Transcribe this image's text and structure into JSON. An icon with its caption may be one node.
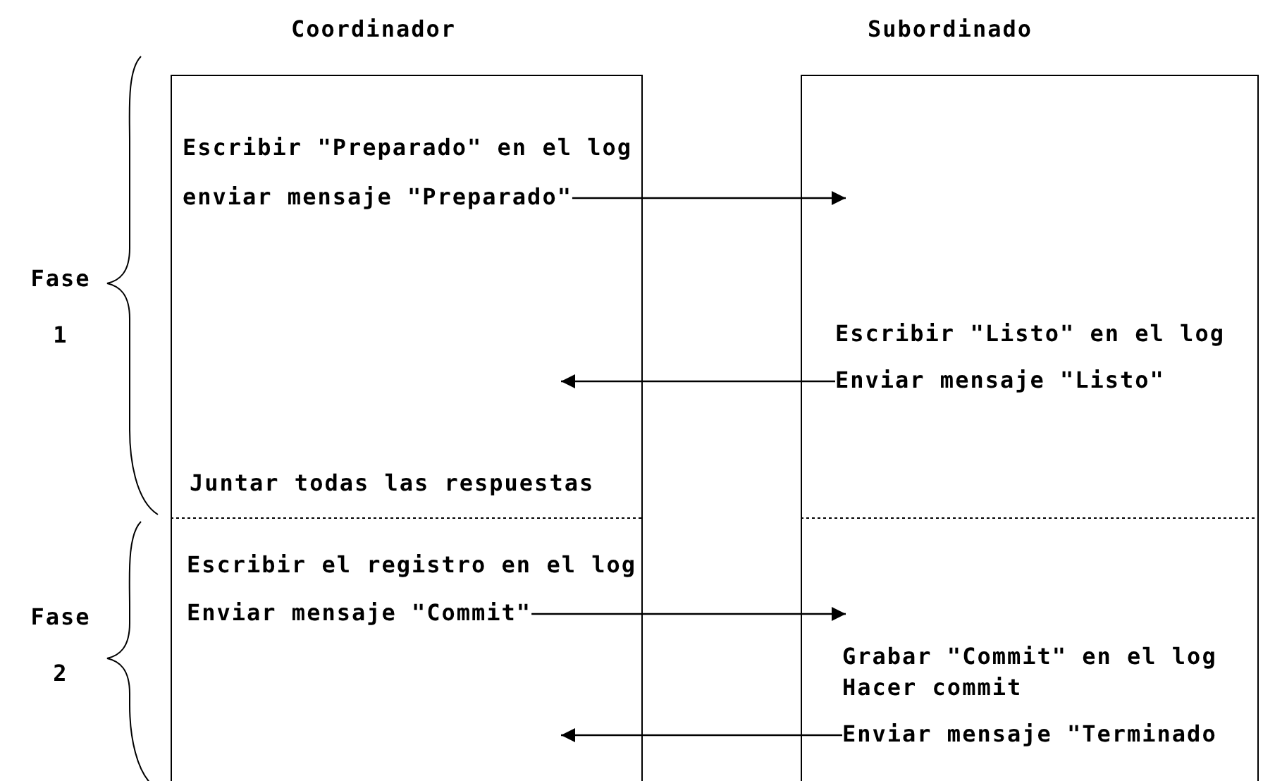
{
  "diagram": {
    "nodes": [
      {
        "text": [
          "Coordinador"
        ]
      },
      {
        "text": [
          "Escribir \"Preparado\" en el log"
        ],
        "in": 0
      },
      {
        "text": [
          "enviar mensaje \"Preparado\""
        ],
        "in": 0
      },
      {
        "text": [
          "Juntar todas las respuestas"
        ],
        "in": 0
      },
      {
        "text": [
          "Escribir el registro en el log"
        ],
        "in": 0
      },
      {
        "text": [
          "Enviar mensaje \"Commit\""
        ],
        "in": 0
      },
      {
        "text": [
          "Subordinado"
        ]
      },
      {
        "text": [
          "Escribir \"Listo\" en el log"
        ],
        "in": 6
      },
      {
        "text": [
          "Enviar mensaje \"Listo\""
        ],
        "in": 6
      },
      {
        "text": [
          "Grabar \"Commit\" en el log"
        ],
        "in": 6
      },
      {
        "text": [
          "Hacer commit"
        ],
        "in": 6
      },
      {
        "text": [
          "Enviar mensaje \"Terminado"
        ],
        "in": 6
      }
    ],
    "edges": [
      {
        "from": 2,
        "to": 6,
        "arrow": "to"
      },
      {
        "from": 8,
        "to": 0,
        "arrow": "to"
      },
      {
        "from": 5,
        "to": 6,
        "arrow": "to"
      },
      {
        "from": 11,
        "to": 0,
        "arrow": "to"
      }
    ],
    "labels": [
      "Fase 1",
      "Fase 2"
    ]
  }
}
